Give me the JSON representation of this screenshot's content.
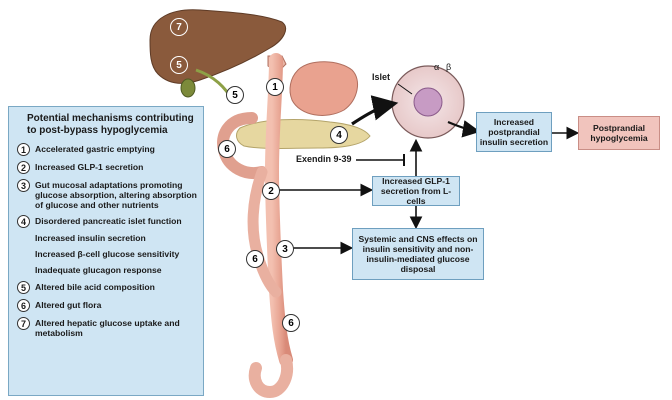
{
  "panel": {
    "title": "Potential mechanisms contributing to post-bypass hypoglycemia",
    "items": [
      {
        "num": "1",
        "text": "Accelerated gastric emptying"
      },
      {
        "num": "2",
        "text": "Increased GLP-1 secretion"
      },
      {
        "num": "3",
        "text": "Gut mucosal adaptations promoting glucose absorption, altering absorption of glucose and other nutrients"
      },
      {
        "num": "4",
        "text": "Disordered pancreatic islet function"
      },
      {
        "num": "5",
        "text": "Altered bile acid composition"
      },
      {
        "num": "6",
        "text": "Altered gut flora"
      },
      {
        "num": "7",
        "text": "Altered hepatic glucose uptake and metabolism"
      }
    ],
    "subitems": [
      "Increased insulin secretion",
      "Increased β-cell glucose sensitivity",
      "Inadequate glucagon response"
    ]
  },
  "boxes": {
    "insulin": "Increased postprandial insulin secretion",
    "hypoglycemia": "Postprandial hypoglycemia",
    "glp1": "Increased GLP-1 secretion from L-cells",
    "systemic": "Systemic and CNS effects on insulin sensitivity and non-insulin-mediated glucose disposal"
  },
  "labels": {
    "islet": "Islet",
    "alpha": "α",
    "beta": "β",
    "exendin": "Exendin 9-39"
  },
  "markers": {
    "liver_7": "7",
    "liver_5": "5",
    "duct_5": "5",
    "stomach_1": "1",
    "gut_6_left": "6",
    "pancreas_4": "4",
    "limb_2": "2",
    "limb_3": "3",
    "limb_6_mid": "6",
    "limb_6_bottom": "6"
  },
  "colors": {
    "panel_bg": "#cfe5f3",
    "pink_box": "#f1c4bd",
    "liver": "#8a5a3c",
    "gut": "#eab0a0",
    "pancreas": "#e6d7a0"
  }
}
